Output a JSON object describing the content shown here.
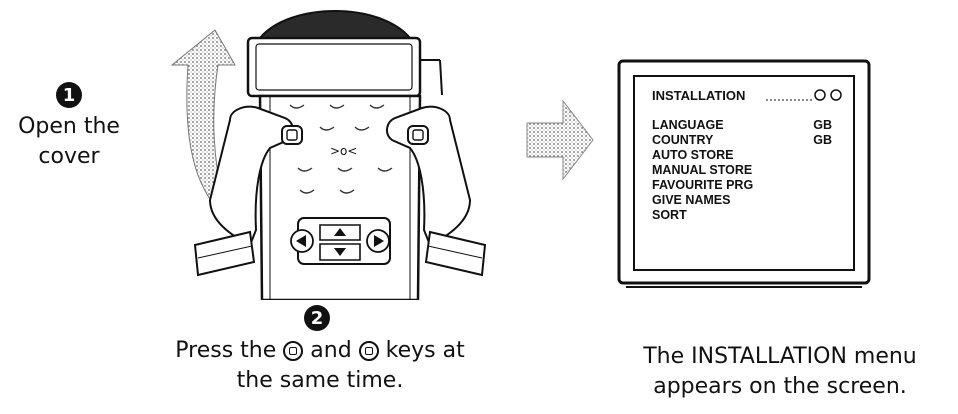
{
  "step1": {
    "number": "1",
    "caption_line1": "Open the",
    "caption_line2": "cover"
  },
  "step2": {
    "number": "2",
    "caption_part1": "Press the",
    "caption_part2": "and",
    "caption_part3": "keys at",
    "caption_line2": "the same time."
  },
  "tv_menu": {
    "title": "INSTALLATION",
    "items": [
      {
        "label": "LANGUAGE",
        "value": "GB"
      },
      {
        "label": "COUNTRY",
        "value": "GB"
      },
      {
        "label": "AUTO STORE",
        "value": ""
      },
      {
        "label": "MANUAL STORE",
        "value": ""
      },
      {
        "label": "FAVOURITE PRG",
        "value": ""
      },
      {
        "label": "GIVE NAMES",
        "value": ""
      },
      {
        "label": "SORT",
        "value": ""
      }
    ]
  },
  "result_caption": {
    "line1": "The INSTALLATION menu",
    "line2": "appears on the screen."
  },
  "icons": [
    "curved-arrow-icon",
    "right-arrow-icon",
    "remote-control-icon",
    "menu-key-icon",
    "tv-screen-icon"
  ]
}
